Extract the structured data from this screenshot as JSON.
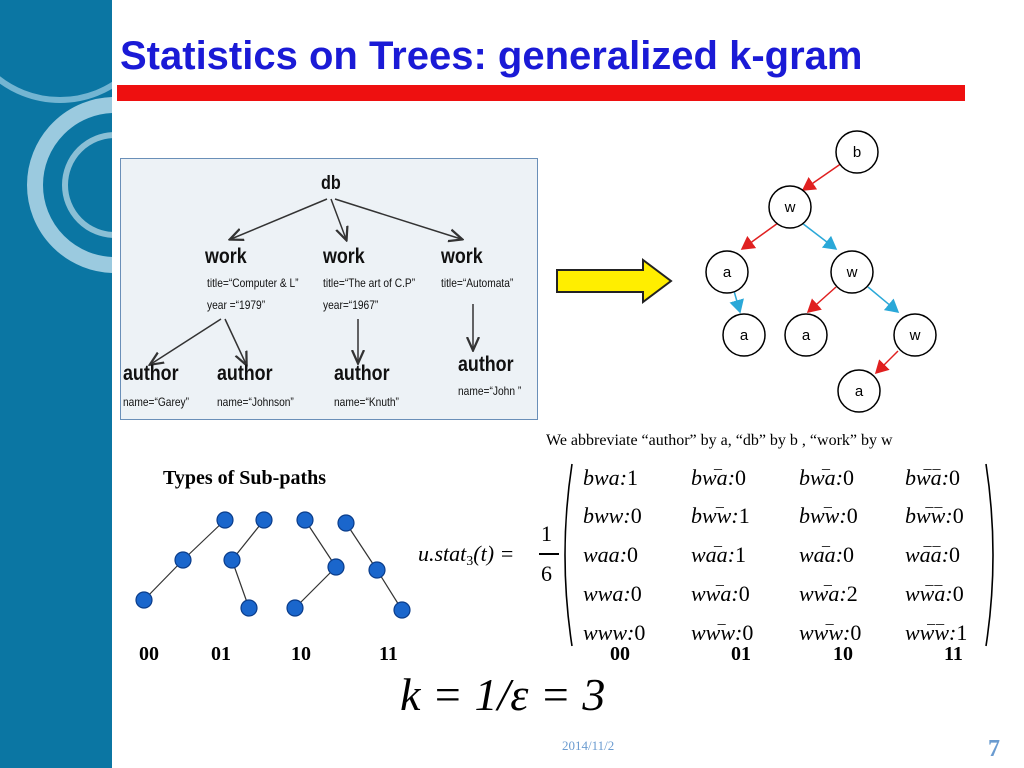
{
  "slide": {
    "title": "Statistics on Trees: generalized k-gram",
    "date": "2014/11/2",
    "page_number": "7"
  },
  "db_tree": {
    "root": "db",
    "works": [
      {
        "label": "work",
        "title": "title=“Computer & L”",
        "year": "year =“1979”"
      },
      {
        "label": "work",
        "title": "title=“The art of C.P”",
        "year": "year=“1967”"
      },
      {
        "label": "work",
        "title": "title=“Automata”",
        "year": ""
      }
    ],
    "authors": [
      {
        "label": "author",
        "name": "name=“Garey”"
      },
      {
        "label": "author",
        "name": "name=“Johnson”"
      },
      {
        "label": "author",
        "name": "name=“Knuth”"
      },
      {
        "label": "author",
        "name": "name=“John ”"
      }
    ]
  },
  "abbrev_tree": {
    "nodes": {
      "b": "b",
      "w1": "w",
      "a1": "a",
      "w2": "w",
      "a2": "a",
      "a3": "a",
      "w3": "w",
      "a4": "a"
    }
  },
  "abbreviation_note": "We abbreviate “author” by a, “db” by b , “work” by w",
  "subpaths": {
    "title": "Types of Sub-paths",
    "labels": [
      "00",
      "01",
      "10",
      "11"
    ]
  },
  "formula": {
    "lhs": "u.stat",
    "subscript": "3",
    "arg": "(t) =",
    "frac_num": "1",
    "frac_den": "6",
    "rows": [
      [
        {
          "t": "bwa",
          "v": "1",
          "bar": ""
        },
        {
          "t": "bwa",
          "v": "0",
          "bar": "_"
        },
        {
          "t": "bwa",
          "v": "0",
          "bar": "_"
        },
        {
          "t": "bwa",
          "v": "0",
          "bar": "__"
        }
      ],
      [
        {
          "t": "bww",
          "v": "0",
          "bar": ""
        },
        {
          "t": "bww",
          "v": "1",
          "bar": "_"
        },
        {
          "t": "bww",
          "v": "0",
          "bar": "_"
        },
        {
          "t": "bww",
          "v": "0",
          "bar": "__"
        }
      ],
      [
        {
          "t": "waa",
          "v": "0",
          "bar": ""
        },
        {
          "t": "waa",
          "v": "1",
          "bar": "_"
        },
        {
          "t": "waa",
          "v": "0",
          "bar": "_"
        },
        {
          "t": "waa",
          "v": "0",
          "bar": "__"
        }
      ],
      [
        {
          "t": "wwa",
          "v": "0",
          "bar": ""
        },
        {
          "t": "wwa",
          "v": "0",
          "bar": "_"
        },
        {
          "t": "wwa",
          "v": "2",
          "bar": "_"
        },
        {
          "t": "wwa",
          "v": "0",
          "bar": "__"
        }
      ],
      [
        {
          "t": "www",
          "v": "0",
          "bar": ""
        },
        {
          "t": "www",
          "v": "0",
          "bar": "_"
        },
        {
          "t": "www",
          "v": "0",
          "bar": "_"
        },
        {
          "t": "www",
          "v": "1",
          "bar": "__"
        }
      ]
    ],
    "col_labels": [
      "00",
      "01",
      "10",
      "11"
    ]
  },
  "k_formula": "k = 1/ε = 3",
  "colors": {
    "title": "#1a1ad6",
    "title_bar": "#ee1010",
    "sidebar": "#0b76a3",
    "red_edge": "#e02020",
    "blue_edge": "#2aa8d8",
    "subpath_node": "#1a66cc",
    "arrow_fill": "#ffee00",
    "date": "#6a9bd0"
  }
}
